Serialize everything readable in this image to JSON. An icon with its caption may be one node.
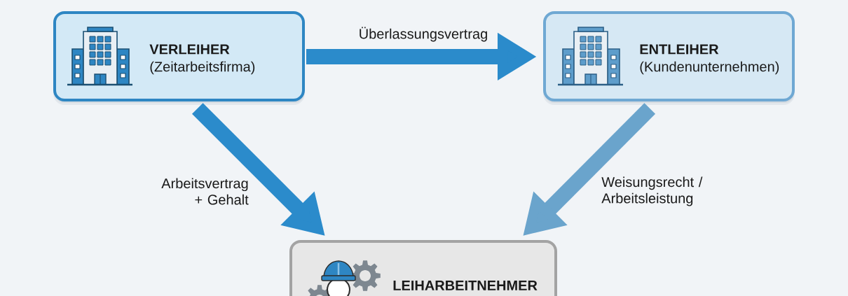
{
  "diagram": {
    "nodes": [
      {
        "text": [
          "VERLEIHER",
          "(Zeitarbeitsfirma)"
        ]
      },
      {
        "text": [
          "ENTLEIHER",
          "(Kundenunternehmen)"
        ]
      },
      {
        "text": [
          "LEIHARBEITNEHMER"
        ]
      }
    ],
    "edges": [
      {
        "from": 0,
        "to": 1,
        "arrow": "to",
        "label": "Überlassungsvertrag"
      },
      {
        "from": 0,
        "to": 2,
        "arrow": "to",
        "label": "Arbeitsvertrag + Gehalt"
      },
      {
        "from": 1,
        "to": 2,
        "arrow": "to",
        "label": "Weisungsrecht / Arbeitsleistung",
        "color": "#6aa4cc"
      }
    ]
  }
}
